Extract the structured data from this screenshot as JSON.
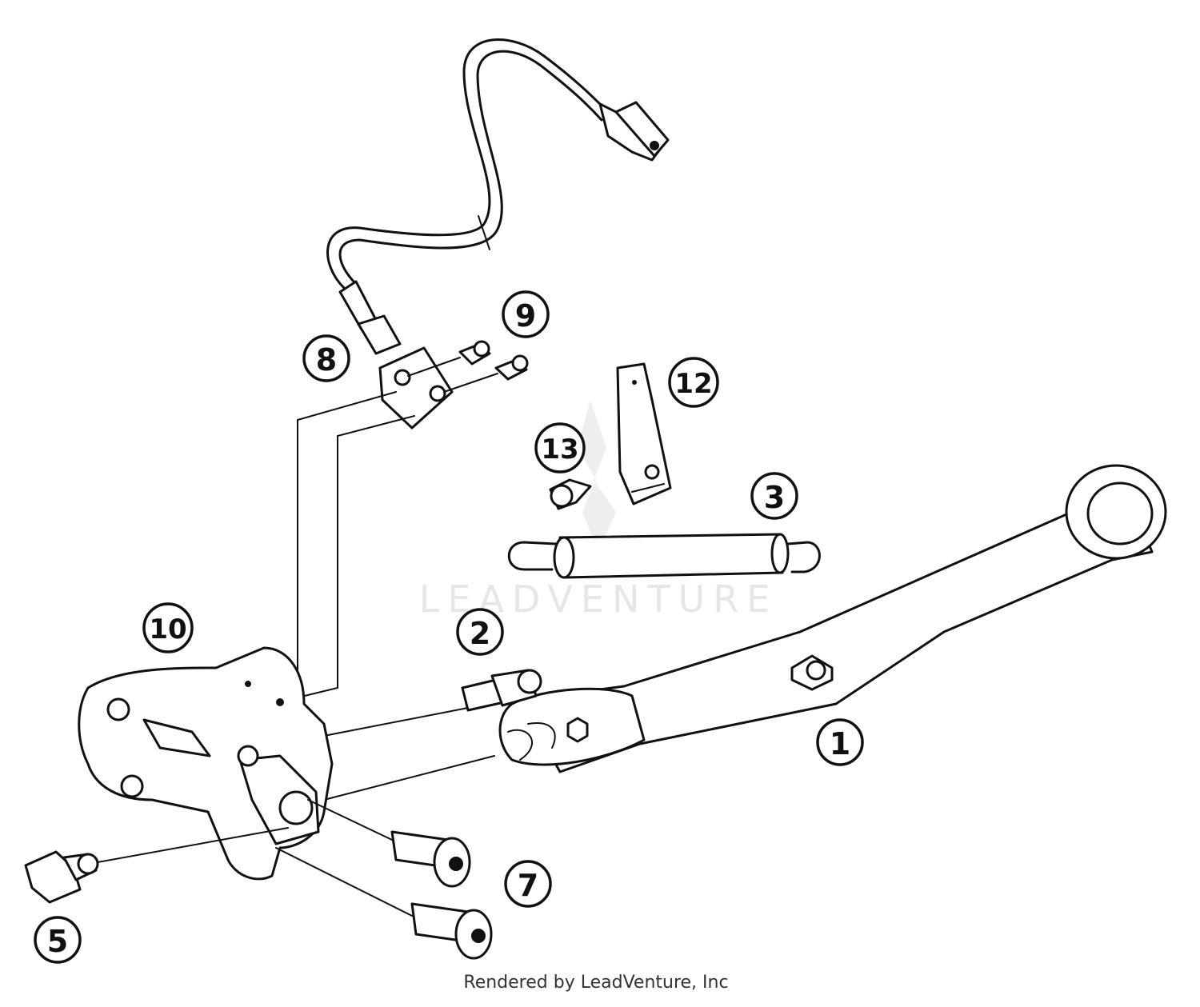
{
  "callouts": {
    "c1": "1",
    "c2": "2",
    "c3": "3",
    "c5": "5",
    "c7": "7",
    "c8": "8",
    "c9": "9",
    "c10": "10",
    "c12": "12",
    "c13": "13"
  },
  "watermark": "LEADVENTURE",
  "footer": "Rendered by LeadVenture, Inc"
}
